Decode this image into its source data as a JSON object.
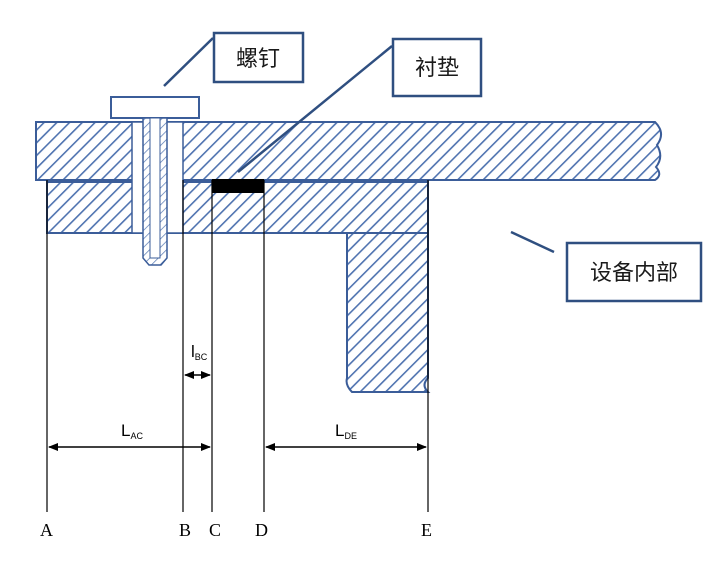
{
  "callouts": {
    "screw": "螺钉",
    "gasket": "衬垫",
    "equipment_inside": "设备内部"
  },
  "dimensions": {
    "l_bc": {
      "main": "l",
      "sub": "BC"
    },
    "l_ac": {
      "main": "L",
      "sub": "AC"
    },
    "l_de": {
      "main": "L",
      "sub": "DE"
    }
  },
  "points": [
    "A",
    "B",
    "C",
    "D",
    "E"
  ],
  "colors": {
    "hatch": "#4f73b0",
    "outline": "#3b5d99",
    "callout_border": "#2f4f80",
    "gasket": "#000000",
    "lines": "#000000"
  }
}
